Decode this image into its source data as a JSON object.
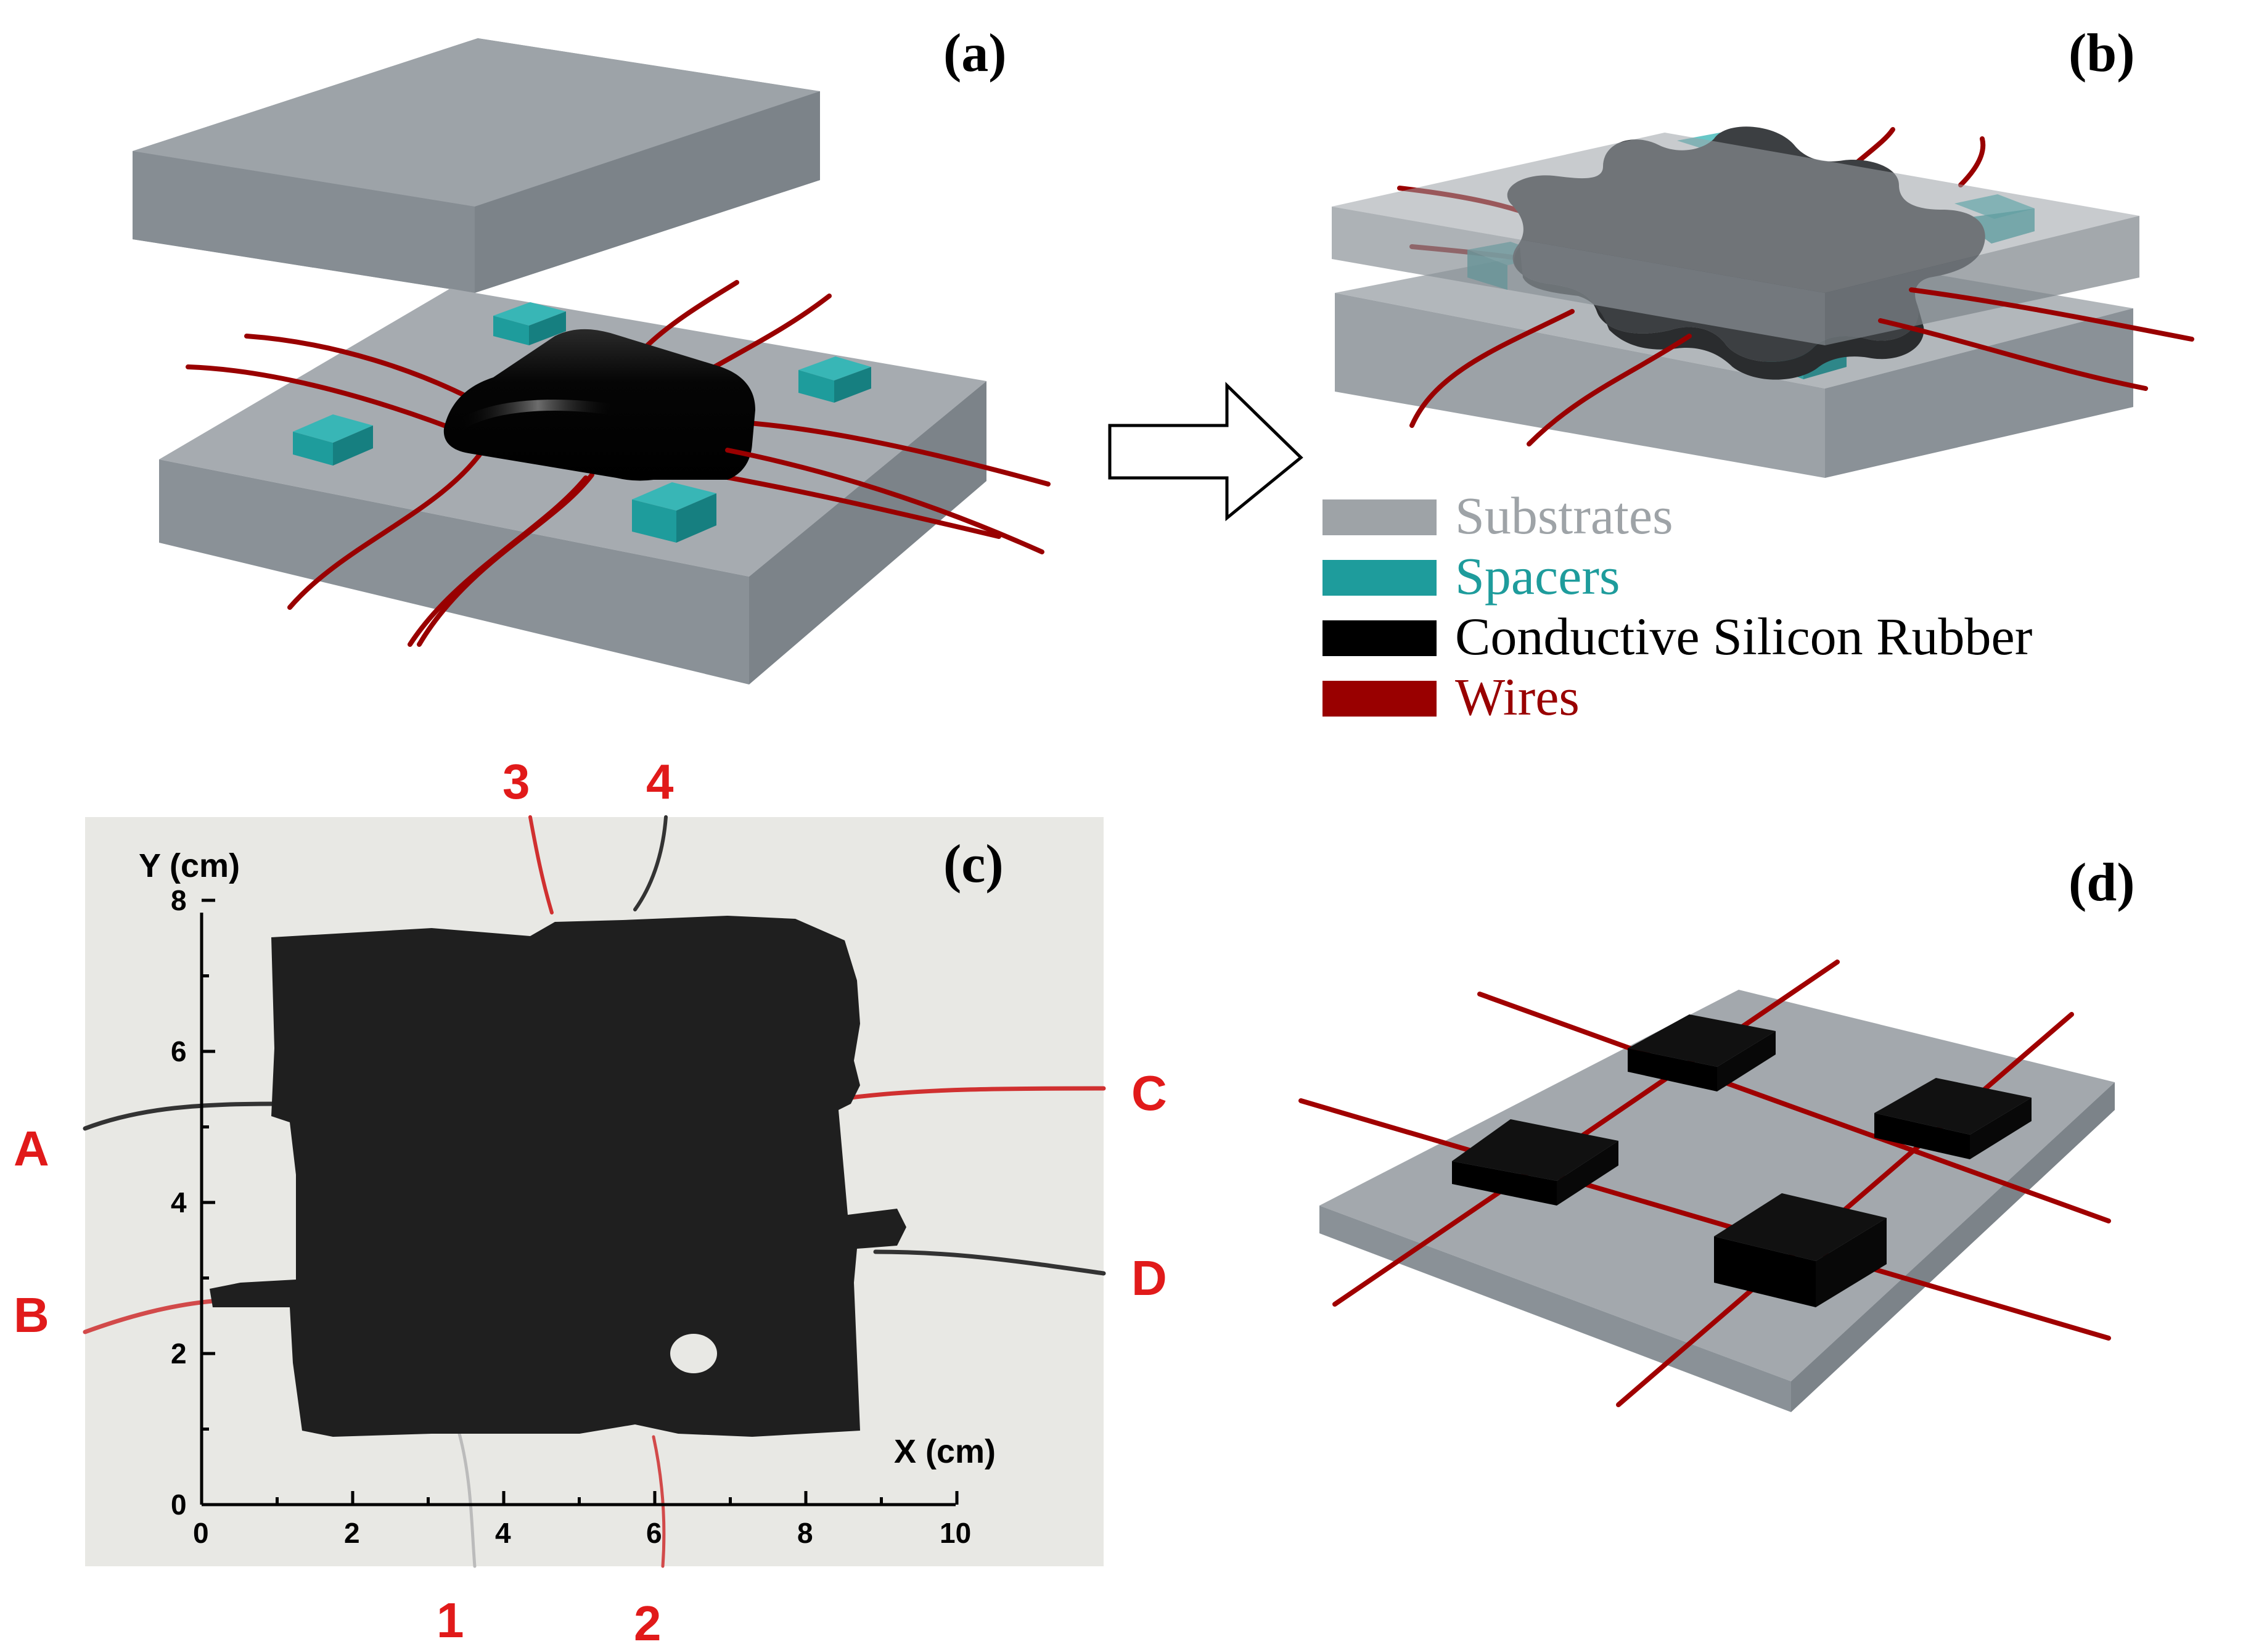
{
  "panels": {
    "a": "(a)",
    "b": "(b)",
    "c": "(c)",
    "d": "(d)"
  },
  "legend": [
    {
      "label": "Substrates",
      "color": "#9ea3a7"
    },
    {
      "label": "Spacers",
      "color": "#1e9c9c"
    },
    {
      "label": "Conductive Silicon Rubber",
      "color": "#000000"
    },
    {
      "label": "Wires",
      "color": "#990000"
    }
  ],
  "photo": {
    "y_axis_label": "Y (cm)",
    "x_axis_label": "X (cm)",
    "y_ticks": [
      "8",
      "6",
      "4",
      "2",
      "0"
    ],
    "x_ticks": [
      "0",
      "2",
      "4",
      "6",
      "8",
      "10"
    ],
    "electrodes_left": [
      "A",
      "B"
    ],
    "electrodes_right": [
      "C",
      "D"
    ],
    "electrodes_top": [
      "3",
      "4"
    ],
    "electrodes_bottom": [
      "1",
      "2"
    ]
  },
  "colors": {
    "substrate": "#8e959b",
    "spacer": "#1e9c9c",
    "rubber": "#000000",
    "wire": "#990000",
    "label_red": "#e11a1a"
  }
}
